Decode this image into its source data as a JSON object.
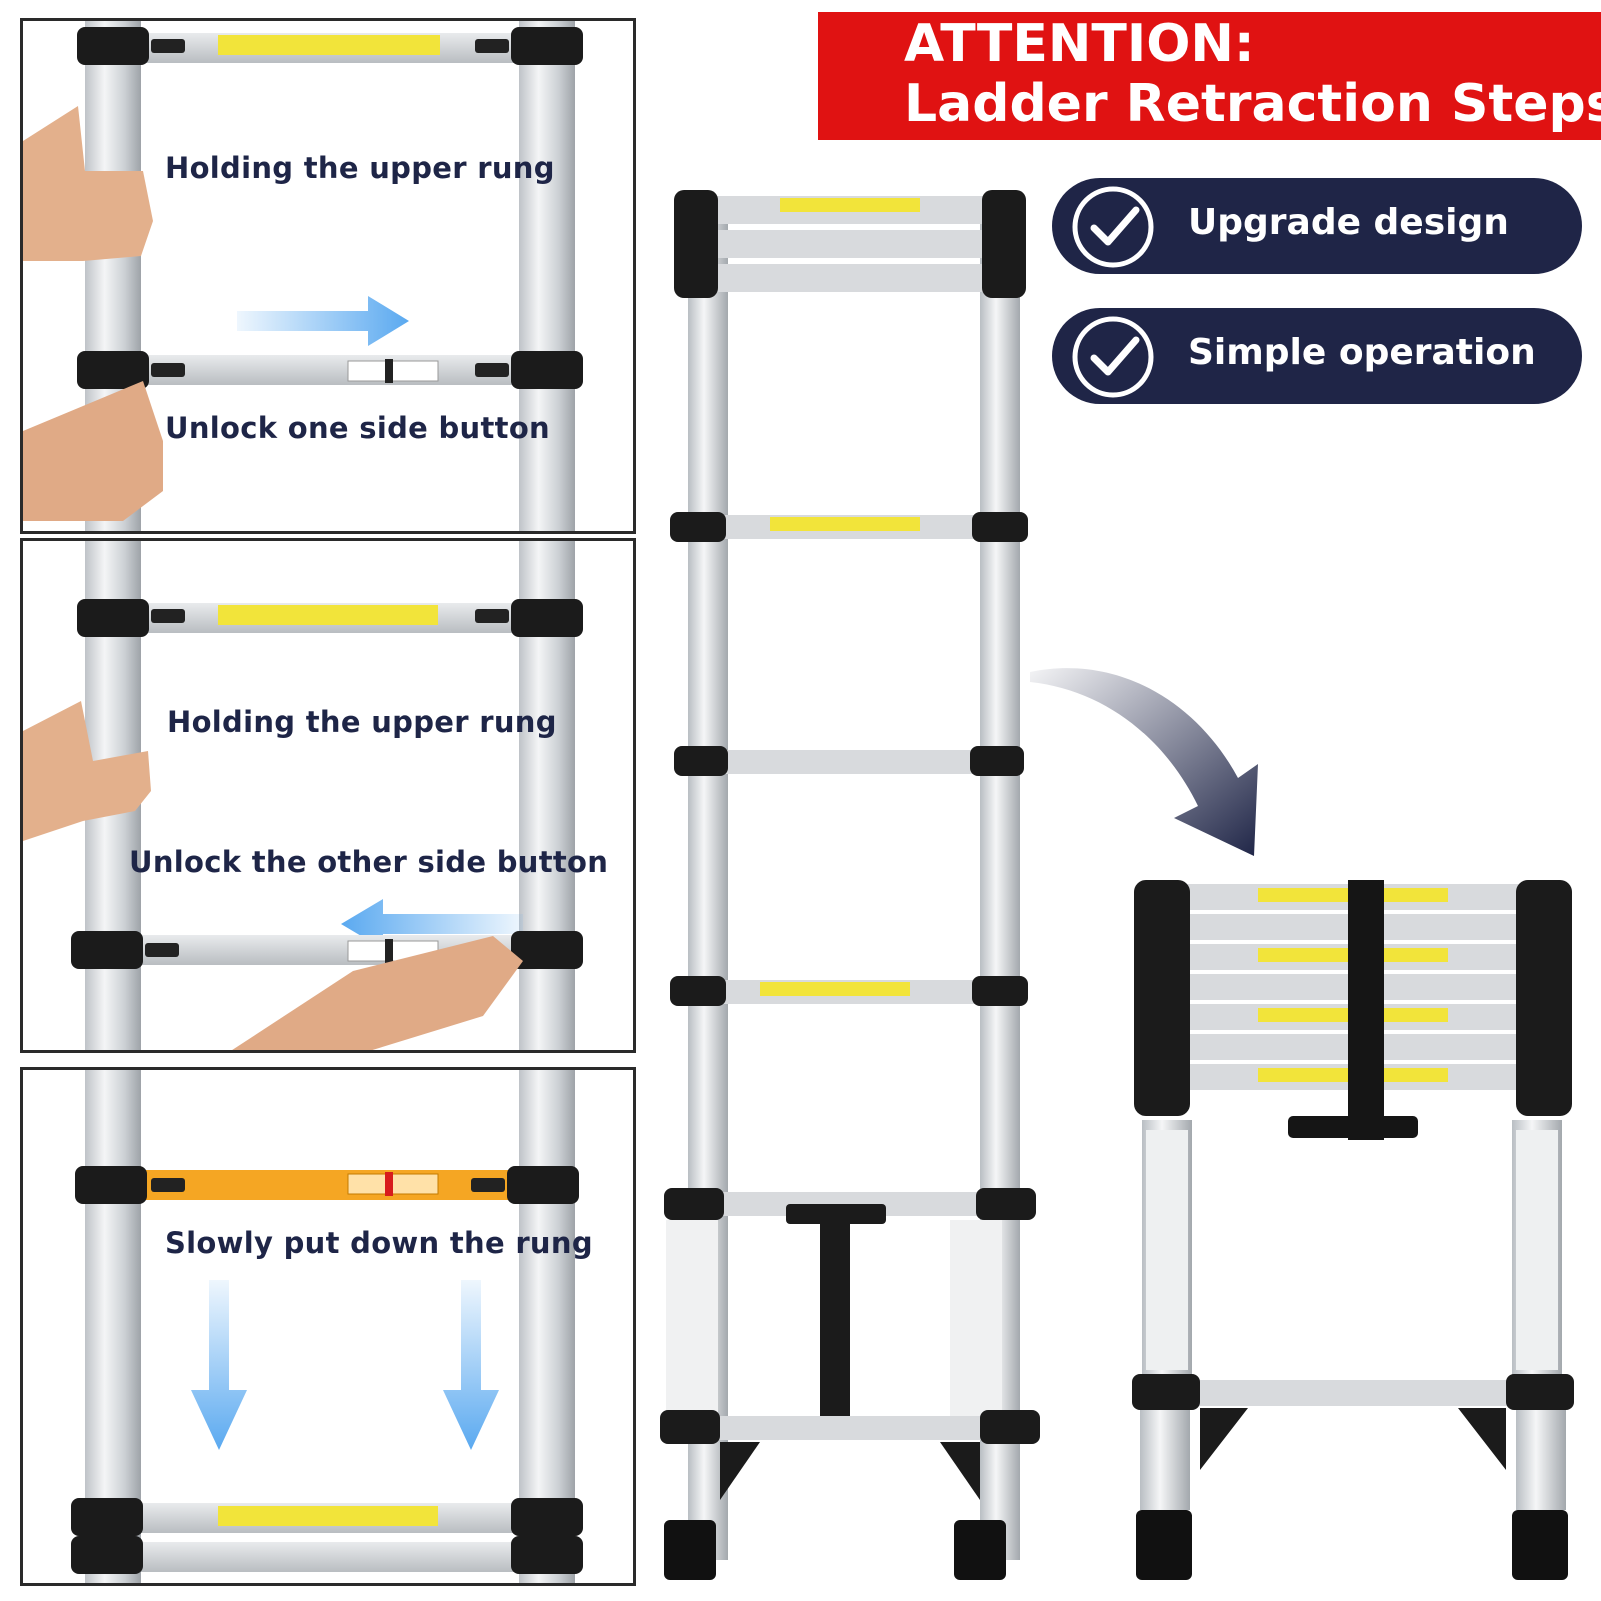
{
  "banner": {
    "line1": "ATTENTION:",
    "line2": "Ladder Retraction Steps"
  },
  "features": [
    {
      "label": "Upgrade design",
      "icon": "check-circle-icon"
    },
    {
      "label": "Simple operation",
      "icon": "check-circle-icon"
    }
  ],
  "steps": [
    {
      "top_caption": "Holding the upper rung",
      "bottom_caption": "Unlock one side button"
    },
    {
      "top_caption": "Holding the upper rung",
      "bottom_caption": "Unlock the other side button"
    },
    {
      "top_caption": "Slowly put down the rung"
    }
  ],
  "colors": {
    "banner_red": "#e01212",
    "navy": "#1f2547",
    "arrow_blue": "#5aa9f0",
    "highlight_orange": "#f5a623",
    "warning_yellow": "#f2e43a"
  }
}
